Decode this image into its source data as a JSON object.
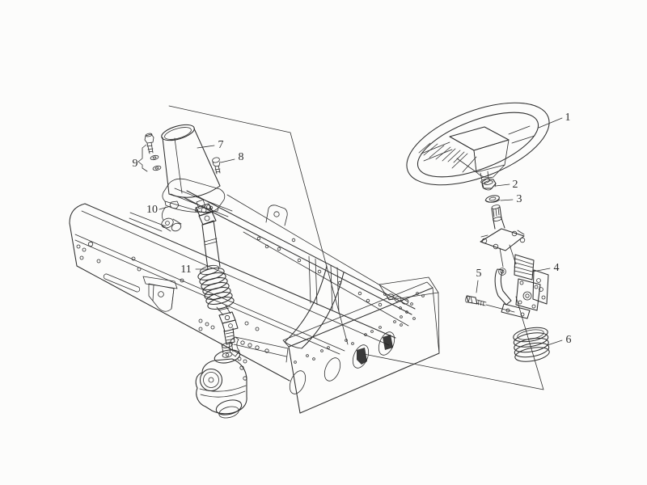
{
  "colors": {
    "background": "#fcfcfb",
    "line": "#2e2e2e",
    "label": "#2d2d2d"
  },
  "callouts": [
    {
      "label": "1"
    },
    {
      "label": "2"
    },
    {
      "label": "3"
    },
    {
      "label": "4"
    },
    {
      "label": "5"
    },
    {
      "label": "6"
    },
    {
      "label": "7"
    },
    {
      "label": "8"
    },
    {
      "label": "9"
    },
    {
      "label": "10"
    },
    {
      "label": "11"
    }
  ]
}
